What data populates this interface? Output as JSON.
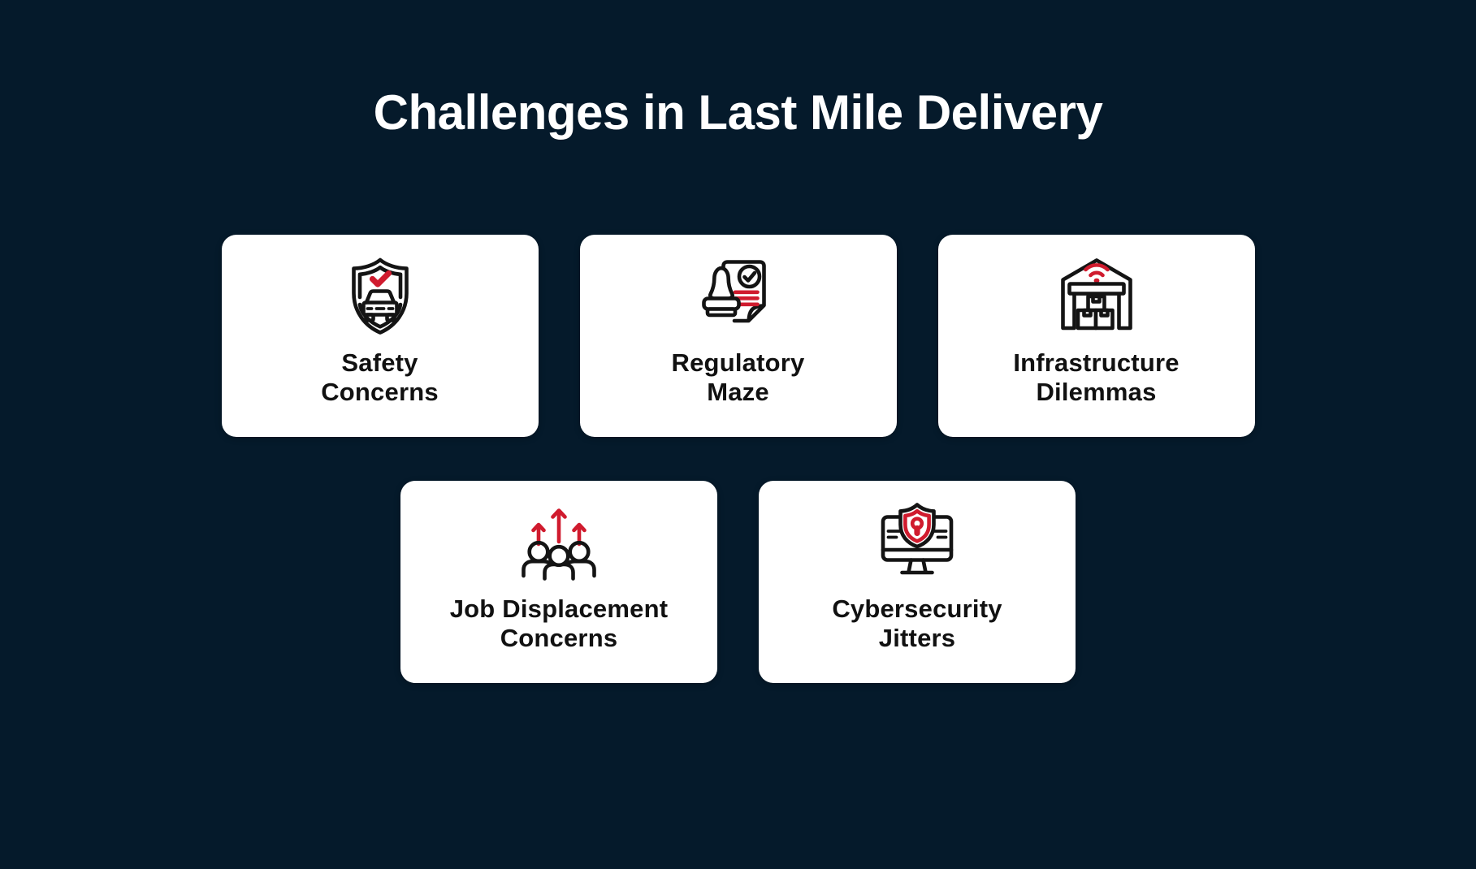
{
  "title": "Challenges in Last Mile Delivery",
  "colors": {
    "background": "#051A2B",
    "card": "#FFFFFF",
    "accent_red": "#D01B2E",
    "icon_stroke": "#141414",
    "title_text": "#FFFFFF",
    "label_text": "#111111"
  },
  "cards": [
    {
      "icon": "shield-car-check-icon",
      "line1": "Safety",
      "line2": "Concerns"
    },
    {
      "icon": "stamp-document-icon",
      "line1": "Regulatory",
      "line2": "Maze"
    },
    {
      "icon": "warehouse-wifi-icon",
      "line1": "Infrastructure",
      "line2": "Dilemmas"
    },
    {
      "icon": "people-rise-icon",
      "line1": "Job Displacement",
      "line2": "Concerns"
    },
    {
      "icon": "monitor-shield-icon",
      "line1": "Cybersecurity",
      "line2": "Jitters"
    }
  ]
}
